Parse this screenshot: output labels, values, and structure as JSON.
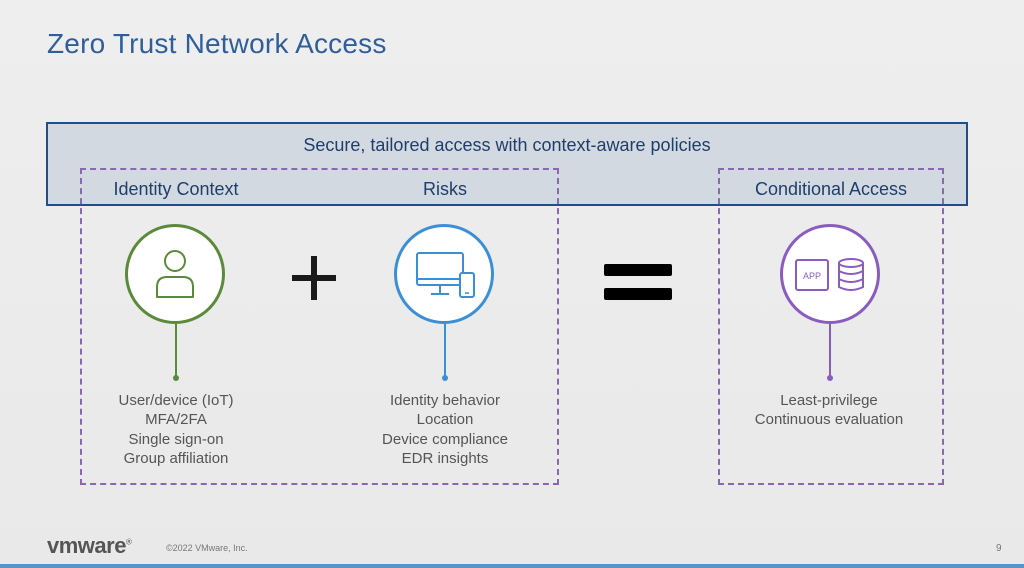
{
  "slide": {
    "title": "Zero Trust Network Access",
    "banner": "Secure, tailored access with context-aware policies",
    "columns": {
      "identity": {
        "heading": "Identity Context",
        "icon": "user-icon",
        "color": "#5a8a3a",
        "items": [
          "User/device (IoT)",
          "MFA/2FA",
          "Single sign-on",
          "Group affiliation"
        ]
      },
      "risks": {
        "heading": "Risks",
        "icon": "desktop-mobile-icon",
        "color": "#3b8fd6",
        "items": [
          "Identity behavior",
          "Location",
          "Device compliance",
          "EDR insights"
        ]
      },
      "conditional": {
        "heading": "Conditional Access",
        "icon": "app-database-icon",
        "icon_label": "APP",
        "color": "#8a5cbf",
        "items": [
          "Least-privilege",
          "Continuous evaluation"
        ]
      }
    },
    "operators": {
      "plus": "+",
      "equals": "="
    },
    "footer": {
      "logo": "vmware",
      "logo_mark": "®",
      "copyright": "©2022 VMware, Inc.",
      "page_number": "9"
    }
  }
}
